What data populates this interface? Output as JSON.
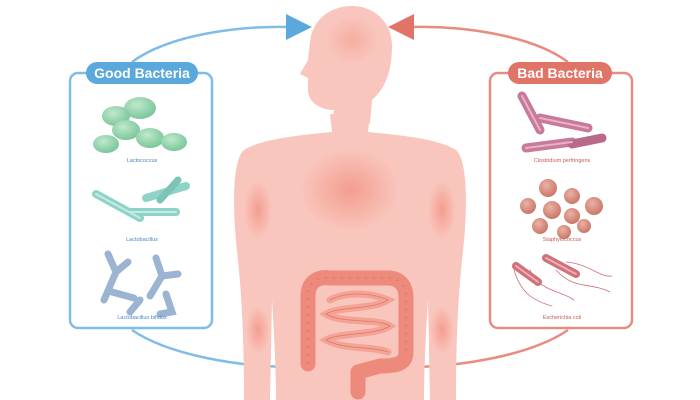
{
  "good_panel": {
    "title": "Good Bacteria",
    "color": "#5aa8dc",
    "items": [
      {
        "label": "Lactococcus",
        "color": "#8fd1a8"
      },
      {
        "label": "Lactobacillus",
        "color": "#8fd3c8"
      },
      {
        "label": "Lactobacillus bifidus",
        "color": "#9ab4d2"
      }
    ]
  },
  "bad_panel": {
    "title": "Bad Bacteria",
    "color": "#e07466",
    "items": [
      {
        "label": "Clostridium perfringens",
        "color": "#c97a9a"
      },
      {
        "label": "Staphylococcus",
        "color": "#d48f80"
      },
      {
        "label": "Escherichia coli",
        "color": "#d0707a"
      }
    ]
  },
  "body": {
    "color": "#f9c6bd",
    "intestine_color": "#f08d7e"
  }
}
